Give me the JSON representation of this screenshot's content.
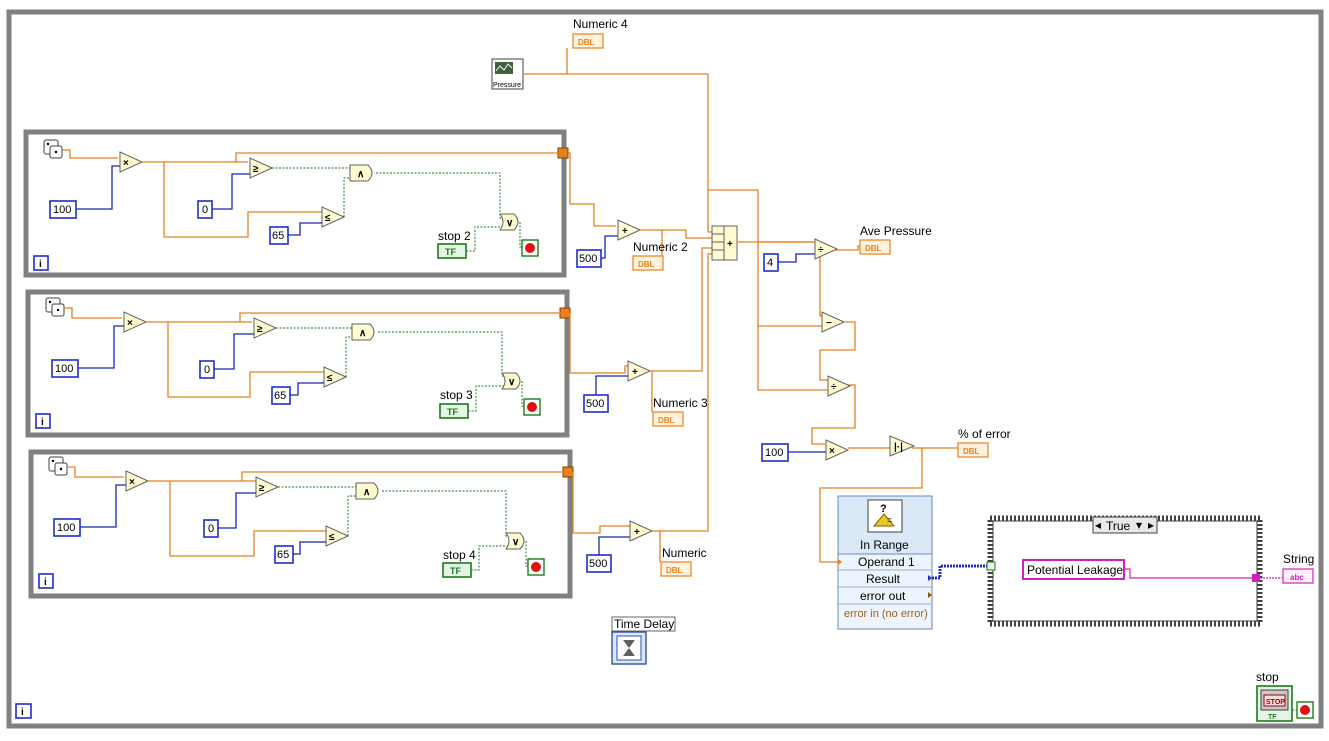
{
  "diagram": {
    "indicators": {
      "numeric4": "Numeric 4",
      "numeric2": "Numeric 2",
      "numeric3": "Numeric 3",
      "numeric": "Numeric",
      "ave_pressure": "Ave Pressure",
      "percent_error": "% of error",
      "string": "String",
      "dbl_tag": "DBL",
      "abc_tag": "abc"
    },
    "subvi": {
      "pressure": "Pressure",
      "time_delay": "Time Delay"
    },
    "loops": [
      {
        "c100": "100",
        "c0": "0",
        "c65": "65",
        "c500": "500",
        "stop": "stop 2",
        "tf": "TF"
      },
      {
        "c100": "100",
        "c0": "0",
        "c65": "65",
        "c500": "500",
        "stop": "stop 3",
        "tf": "TF"
      },
      {
        "c100": "100",
        "c0": "0",
        "c65": "65",
        "c500": "500",
        "stop": "stop 4",
        "tf": "TF"
      }
    ],
    "iter_label": "i",
    "calc": {
      "c4": "4",
      "c100": "100"
    },
    "in_range": {
      "title": "In Range",
      "rows": [
        "Operand 1",
        "Result",
        "error out",
        "error in (no error)"
      ]
    },
    "case": {
      "selector": "True",
      "string_const": "Potential Leakage"
    },
    "stop": {
      "label": "stop",
      "btn": "STOP",
      "tf": "TF"
    }
  }
}
